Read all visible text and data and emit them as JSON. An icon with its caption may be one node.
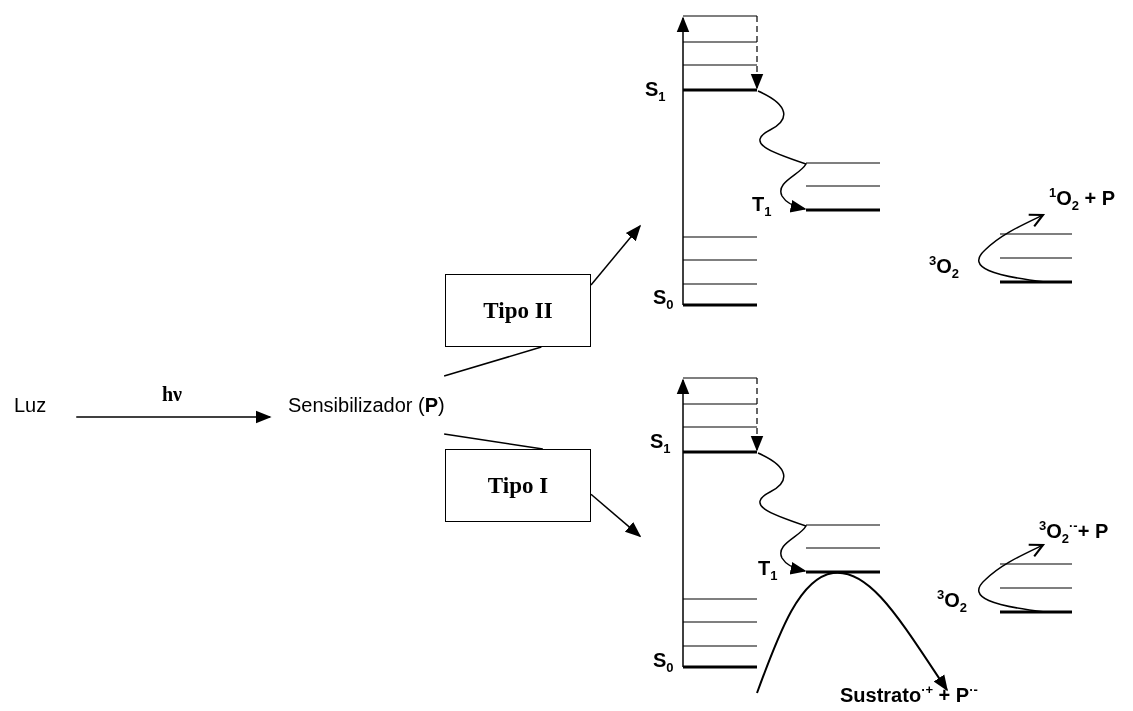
{
  "diagram": {
    "nodes": [
      {
        "text": [
          "Luz"
        ]
      },
      {
        "text": [
          "Sensibilizador (**P**)"
        ]
      },
      {
        "text": [
          "Tipo II"
        ]
      },
      {
        "text": [
          "Tipo I"
        ]
      },
      {
        "text": [],
        "shape": "picture"
      },
      {
        "text": [],
        "shape": "picture"
      }
    ],
    "edges": [
      {
        "from": 0,
        "to": 1,
        "arrow": "to",
        "label": "hν"
      },
      {
        "from": 1,
        "to": 2,
        "arrow": "none"
      },
      {
        "from": 2,
        "to": 4,
        "arrow": "to"
      },
      {
        "from": 1,
        "to": 3,
        "arrow": "none"
      },
      {
        "from": 3,
        "to": 5,
        "arrow": "to"
      }
    ],
    "labels": [
      "S$_{1}$",
      "T$_{1}$",
      "$^{1}$O$_{2}$ + P",
      "$^{3}$O$_{2}$",
      "S$_{0}$",
      "S$_{1}$",
      "$^{3}$O$_{2}$$^{·-}$+ P",
      "T$_{1}$",
      "$^{3}$O$_{2}$",
      "S$_{0}$",
      "Sustrato$^{·+}$ + P$^{·-}$"
    ]
  }
}
